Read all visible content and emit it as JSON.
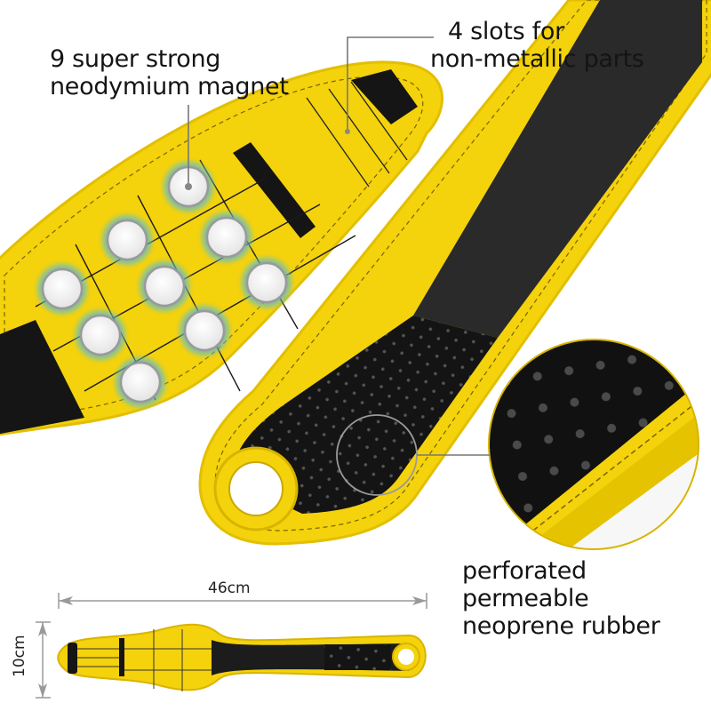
{
  "callouts": {
    "magnets": {
      "line1": "9 super strong",
      "line2": "neodymium magnet",
      "target": "magnet-top"
    },
    "slots": {
      "line1": "4 slots for",
      "line2": "non-metallic parts",
      "target": "slot-pocket"
    },
    "rubber": {
      "line1": "perforated permeable",
      "line2": "neoprene rubber",
      "target": "perforated-zone"
    }
  },
  "dimensions": {
    "length": "46cm",
    "height": "10cm"
  },
  "product": {
    "magnet_count": 9,
    "slot_count": 4,
    "colors": {
      "yellow": "#f4d20c",
      "yellow_dark": "#d8b400",
      "black": "#141414",
      "magnet_glow": "#3aa8e8",
      "magnet_face": "#f2f2f2",
      "leader_line": "#777777"
    }
  }
}
